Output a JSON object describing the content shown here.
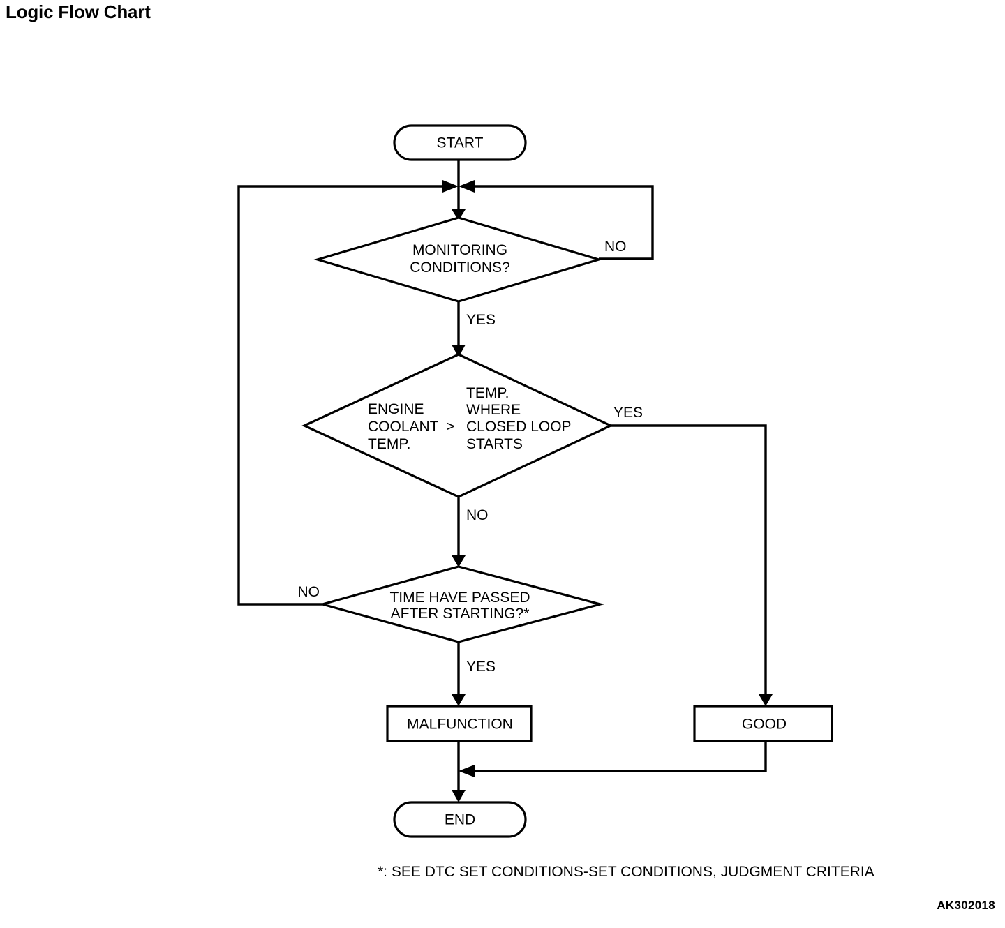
{
  "page": {
    "title": "Logic Flow Chart",
    "figure_code": "AK302018"
  },
  "footnote": {
    "text": "*: SEE DTC SET CONDITIONS-SET CONDITIONS, JUDGMENT CRITERIA"
  },
  "chart_data": {
    "type": "diagram",
    "title": "Logic Flow Chart",
    "nodes": [
      {
        "id": "start",
        "shape": "terminator",
        "label": "START"
      },
      {
        "id": "monitoring",
        "shape": "decision",
        "label": "MONITORING CONDITIONS?"
      },
      {
        "id": "coolant",
        "shape": "decision",
        "label": "ENGINE COOLANT TEMP. > TEMP. WHERE CLOSED LOOP STARTS"
      },
      {
        "id": "time",
        "shape": "decision",
        "label": "TIME HAVE PASSED AFTER STARTING?*"
      },
      {
        "id": "malfunction",
        "shape": "process",
        "label": "MALFUNCTION"
      },
      {
        "id": "good",
        "shape": "process",
        "label": "GOOD"
      },
      {
        "id": "end",
        "shape": "terminator",
        "label": "END"
      }
    ],
    "edges": [
      {
        "from": "start",
        "to": "monitoring",
        "label": ""
      },
      {
        "from": "monitoring",
        "to": "start-join",
        "label": "NO"
      },
      {
        "from": "monitoring",
        "to": "coolant",
        "label": "YES"
      },
      {
        "from": "coolant",
        "to": "good",
        "label": "YES"
      },
      {
        "from": "coolant",
        "to": "time",
        "label": "NO"
      },
      {
        "from": "time",
        "to": "start-join",
        "label": "NO"
      },
      {
        "from": "time",
        "to": "malfunction",
        "label": "YES"
      },
      {
        "from": "malfunction",
        "to": "end",
        "label": ""
      },
      {
        "from": "good",
        "to": "end",
        "label": ""
      }
    ]
  },
  "nodes": {
    "start": {
      "label": "START"
    },
    "monitoring": {
      "line1": "MONITORING",
      "line2": "CONDITIONS?"
    },
    "coolant": {
      "left_line1": "ENGINE",
      "left_line2": "COOLANT",
      "left_line3": "TEMP.",
      "operator": ">",
      "right_line1": "TEMP.",
      "right_line2": "WHERE",
      "right_line3": "CLOSED LOOP",
      "right_line4": "STARTS"
    },
    "time": {
      "line1": "TIME HAVE PASSED",
      "line2": "AFTER STARTING?*"
    },
    "malfunction": {
      "label": "MALFUNCTION"
    },
    "good": {
      "label": "GOOD"
    },
    "end": {
      "label": "END"
    }
  },
  "branches": {
    "monitoring_no": "NO",
    "monitoring_yes": "YES",
    "coolant_yes": "YES",
    "coolant_no": "NO",
    "time_no": "NO",
    "time_yes": "YES"
  },
  "colors": {
    "stroke": "#000000",
    "background": "#ffffff",
    "text": "#000000"
  }
}
